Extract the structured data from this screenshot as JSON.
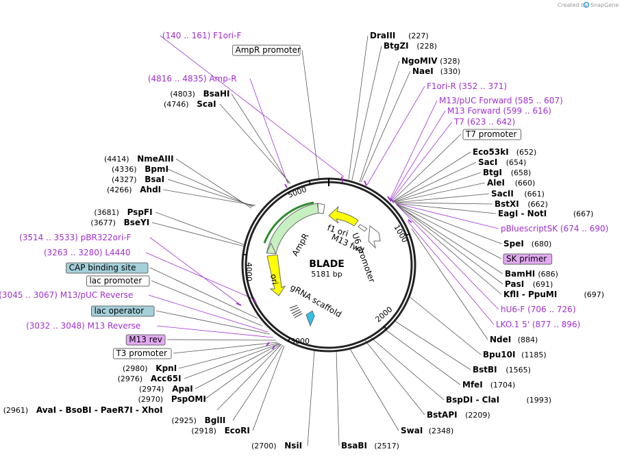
{
  "credit": "Created by",
  "brand": "SnapGene",
  "plasmid_name": "BLADE",
  "plasmid_size": "5181 bp",
  "tick_labels": [
    "1000",
    "2000",
    "3000",
    "4000",
    "5000"
  ],
  "colors": {
    "primer": "#9f2fd1",
    "feature_green": "#c7f0c1",
    "feature_yellow": "#ffff00",
    "feature_cyan": "#30c0e6",
    "box_blue": "#a4d0da",
    "box_purple": "#e2aaf2"
  },
  "right_labels": [
    {
      "type": "primer",
      "text": "(140 .. 161)  F1ori-F"
    },
    {
      "type": "enz",
      "name": "DraIII",
      "pos": "(227)"
    },
    {
      "type": "enz",
      "name": "BtgZI",
      "pos": "(228)"
    },
    {
      "type": "enz",
      "name": "NgoMIV",
      "pos": "(328)"
    },
    {
      "type": "enz",
      "name": "NaeI",
      "pos": "(330)"
    },
    {
      "type": "primer",
      "text": "F1ori-R    (352 .. 371)"
    },
    {
      "type": "primer",
      "text": "M13/pUC Forward    (585 .. 607)"
    },
    {
      "type": "primer",
      "text": "M13 Forward    (599 .. 616)"
    },
    {
      "type": "primer",
      "text": "T7    (623 .. 642)"
    },
    {
      "type": "box",
      "text": "T7 promoter"
    },
    {
      "type": "enz",
      "name": "Eco53kI",
      "pos": "(652)"
    },
    {
      "type": "enz",
      "name": "SacI",
      "pos": "(654)"
    },
    {
      "type": "enz",
      "name": "BtgI",
      "pos": "(658)"
    },
    {
      "type": "enz",
      "name": "AleI",
      "pos": "(660)"
    },
    {
      "type": "enz",
      "name": "SacII",
      "pos": "(661)"
    },
    {
      "type": "enz",
      "name": "BstXI",
      "pos": "(662)"
    },
    {
      "type": "enz",
      "name": "EagI  -  NotI",
      "pos": "(667)"
    },
    {
      "type": "primer",
      "text": "pBluescriptSK    (674 .. 690)"
    },
    {
      "type": "enz",
      "name": "SpeI",
      "pos": "(680)"
    },
    {
      "type": "boxp",
      "text": "SK primer"
    },
    {
      "type": "enz",
      "name": "BamHI",
      "pos": "(686)"
    },
    {
      "type": "enz",
      "name": "PasI",
      "pos": "(691)"
    },
    {
      "type": "enz",
      "name": "KflI  -  PpuMI",
      "pos": "(697)"
    },
    {
      "type": "primer",
      "text": "hU6-F    (706 .. 726)"
    },
    {
      "type": "primer",
      "text": "LKO.1 5'    (877 .. 896)"
    },
    {
      "type": "enz",
      "name": "NdeI",
      "pos": "(884)"
    },
    {
      "type": "enz",
      "name": "Bpu10I",
      "pos": "(1185)"
    },
    {
      "type": "enz",
      "name": "BstBI",
      "pos": "(1565)"
    },
    {
      "type": "enz",
      "name": "MfeI",
      "pos": "(1704)"
    },
    {
      "type": "enz",
      "name": "BspDI  -  ClaI",
      "pos": "(1993)"
    },
    {
      "type": "enz",
      "name": "BstAPI",
      "pos": "(2209)"
    },
    {
      "type": "enz",
      "name": "SwaI",
      "pos": "(2348)"
    },
    {
      "type": "enz",
      "name": "BsaBI",
      "pos": "(2517)"
    }
  ],
  "left_labels": [
    {
      "type": "box",
      "text": "AmpR promoter"
    },
    {
      "type": "primer",
      "text": "(4816 .. 4835)  Amp-R"
    },
    {
      "type": "enz",
      "name": "BsaHI",
      "pos": "(4803)"
    },
    {
      "type": "enz",
      "name": "ScaI",
      "pos": "(4746)"
    },
    {
      "type": "enz",
      "name": "NmeAIII",
      "pos": "(4414)"
    },
    {
      "type": "enz",
      "name": "BpmI",
      "pos": "(4336)"
    },
    {
      "type": "enz",
      "name": "BsaI",
      "pos": "(4327)"
    },
    {
      "type": "enz",
      "name": "AhdI",
      "pos": "(4266)"
    },
    {
      "type": "enz",
      "name": "PspFI",
      "pos": "(3681)"
    },
    {
      "type": "enz",
      "name": "BseYI",
      "pos": "(3677)"
    },
    {
      "type": "primer",
      "text": "(3514 .. 3533)  pBR322ori-F"
    },
    {
      "type": "primer",
      "text": "(3263 .. 3280)  L4440"
    },
    {
      "type": "boxb",
      "text": "CAP binding site"
    },
    {
      "type": "box",
      "text": "lac promoter"
    },
    {
      "type": "primer",
      "text": "(3045 .. 3067)  M13/pUC Reverse"
    },
    {
      "type": "boxb",
      "text": "lac operator"
    },
    {
      "type": "primer",
      "text": "(3032 .. 3048)  M13 Reverse"
    },
    {
      "type": "boxp",
      "text": "M13 rev"
    },
    {
      "type": "box",
      "text": "T3 promoter"
    },
    {
      "type": "enz",
      "name": "KpnI",
      "pos": "(2980)"
    },
    {
      "type": "enz",
      "name": "Acc65I",
      "pos": "(2976)"
    },
    {
      "type": "enz",
      "name": "ApaI",
      "pos": "(2974)"
    },
    {
      "type": "enz",
      "name": "PspOMI",
      "pos": "(2970)"
    },
    {
      "type": "enz",
      "name": "AvaI  -  BsoBI  -  PaeR7I  -  XhoI",
      "pos": "(2961)"
    },
    {
      "type": "enz",
      "name": "BglII",
      "pos": "(2925)"
    },
    {
      "type": "enz",
      "name": "EcoRI",
      "pos": "(2918)"
    },
    {
      "type": "enz",
      "name": "NsiI",
      "pos": "(2700)"
    }
  ],
  "feature_labels": {
    "ampr": "AmpR",
    "ori": "ori",
    "f1ori": "f1 ori",
    "m13fwd": "M13 fwd",
    "u6": "U6 promoter",
    "grna": "gRNA scaffold"
  }
}
